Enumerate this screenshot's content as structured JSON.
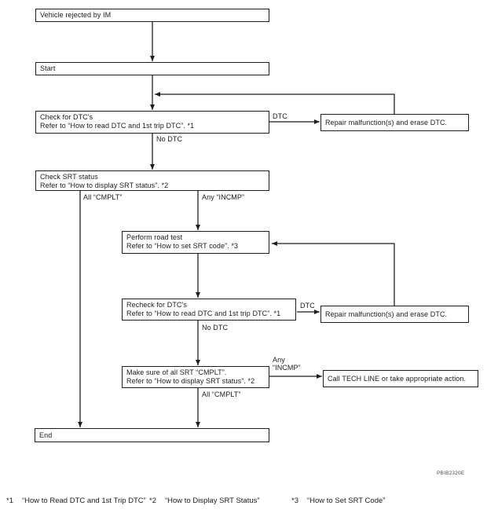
{
  "diagram": {
    "title_hint": "SRT status troubleshooting flowchart",
    "ink_color": "#1f1f1f",
    "background_color": "#ffffff",
    "nodes": {
      "vehicle_rejected": {
        "line1": "Vehicle rejected by IM"
      },
      "start": {
        "line1": "Start"
      },
      "check_dtc": {
        "line1": "Check for DTC's",
        "line2": "Refer to “How to read DTC and 1st trip DTC”. *1"
      },
      "repair_erase_1": {
        "line1": "Repair malfunction(s) and erase DTC."
      },
      "check_srt": {
        "line1": "Check SRT status",
        "line2": "Refer to “How to display SRT status”. *2"
      },
      "road_test": {
        "line1": "Perform road test",
        "line2": "Refer to “How to set SRT code”. *3"
      },
      "recheck_dtc": {
        "line1": "Recheck for DTC's",
        "line2": "Refer to “How to read DTC and 1st trip DTC”. *1"
      },
      "repair_erase_2": {
        "line1": "Repair malfunction(s) and erase DTC."
      },
      "make_sure_srt": {
        "line1": "Make sure of all SRT “CMPLT”.",
        "line2": "Refer to “How to display SRT status”. *2"
      },
      "call_tech_line": {
        "line1": "Call TECH LINE or take appropriate action."
      },
      "end": {
        "line1": "End"
      }
    },
    "edge_labels": {
      "dtc_1": "DTC",
      "no_dtc_1": "No DTC",
      "all_cmplt_1": "All “CMPLT”",
      "any_incmp_1": "Any “INCMP”",
      "dtc_2": "DTC",
      "no_dtc_2": "No DTC",
      "any_incmp_2_line1": "Any",
      "any_incmp_2_line2": "“INCMP”",
      "all_cmplt_2": "All “CMPLT”"
    },
    "figure_id": "PBIB2320E",
    "footnotes": [
      {
        "ref": "*1",
        "label": "“How to Read DTC and 1st Trip DTC”"
      },
      {
        "ref": "*2",
        "label": "“How to Display SRT Status”"
      },
      {
        "ref": "*3",
        "label": "“How to Set SRT Code”"
      }
    ]
  }
}
